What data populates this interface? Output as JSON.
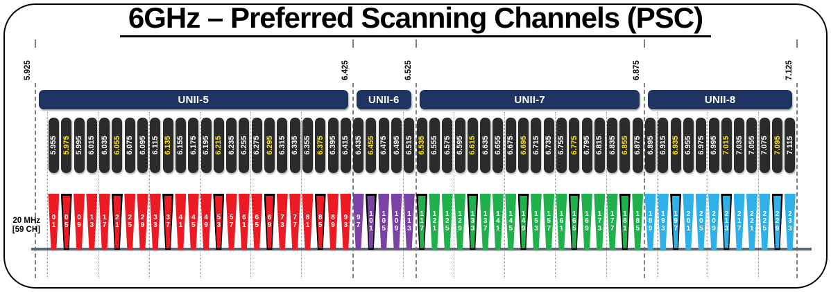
{
  "title": "6GHz – Preferred Scanning Channels (PSC)",
  "side_label": {
    "line1": "20 MHz",
    "line2": "[59 CH]"
  },
  "band_edges": [
    {
      "label": "5.925",
      "ghz": 5.925
    },
    {
      "label": "6.425",
      "ghz": 6.425
    },
    {
      "label": "6.525",
      "ghz": 6.525
    },
    {
      "label": "6.875",
      "ghz": 6.875,
      "draw_ghz": 6.885
    },
    {
      "label": "7.125",
      "ghz": 7.125
    }
  ],
  "gridlines_ghz": [
    5.945,
    6.025,
    6.105,
    6.185,
    6.265,
    6.345,
    6.505,
    6.585,
    6.665,
    6.745,
    6.825,
    6.905,
    6.985,
    7.065
  ],
  "bands": [
    {
      "name": "UNII-5",
      "from_edge": 0,
      "to_edge": 1
    },
    {
      "name": "UNII-6",
      "from_edge": 1,
      "to_edge": 2
    },
    {
      "name": "UNII-7",
      "from_edge": 2,
      "to_edge": 3
    },
    {
      "name": "UNII-8",
      "from_edge": 3,
      "to_edge": 4
    }
  ],
  "colors": {
    "band_bar": "#1f3461",
    "pill_bg": "#2b2b2b",
    "pill_text": "#ffffff",
    "pill_text_psc": "#ffe600",
    "unii5": "#ec1b23",
    "unii6": "#7b42a5",
    "unii7": "#21b14c",
    "unii8": "#2fb0e8",
    "baseline": "#5a6577",
    "psc_outline": "#000000"
  },
  "channels": [
    {
      "ch": 1,
      "freq": "5.955",
      "band": "unii5",
      "psc": false
    },
    {
      "ch": 5,
      "freq": "5.975",
      "band": "unii5",
      "psc": true
    },
    {
      "ch": 9,
      "freq": "5.995",
      "band": "unii5",
      "psc": false
    },
    {
      "ch": 13,
      "freq": "6.015",
      "band": "unii5",
      "psc": false
    },
    {
      "ch": 17,
      "freq": "6.035",
      "band": "unii5",
      "psc": false
    },
    {
      "ch": 21,
      "freq": "6.055",
      "band": "unii5",
      "psc": true
    },
    {
      "ch": 25,
      "freq": "6.075",
      "band": "unii5",
      "psc": false
    },
    {
      "ch": 29,
      "freq": "6.095",
      "band": "unii5",
      "psc": false
    },
    {
      "ch": 33,
      "freq": "6.115",
      "band": "unii5",
      "psc": false
    },
    {
      "ch": 37,
      "freq": "6.135",
      "band": "unii5",
      "psc": true
    },
    {
      "ch": 41,
      "freq": "6.155",
      "band": "unii5",
      "psc": false
    },
    {
      "ch": 45,
      "freq": "6.175",
      "band": "unii5",
      "psc": false
    },
    {
      "ch": 49,
      "freq": "6.195",
      "band": "unii5",
      "psc": false
    },
    {
      "ch": 53,
      "freq": "6.215",
      "band": "unii5",
      "psc": true
    },
    {
      "ch": 57,
      "freq": "6.235",
      "band": "unii5",
      "psc": false
    },
    {
      "ch": 61,
      "freq": "6.255",
      "band": "unii5",
      "psc": false
    },
    {
      "ch": 65,
      "freq": "6.275",
      "band": "unii5",
      "psc": false
    },
    {
      "ch": 69,
      "freq": "6.295",
      "band": "unii5",
      "psc": true
    },
    {
      "ch": 73,
      "freq": "6.315",
      "band": "unii5",
      "psc": false
    },
    {
      "ch": 77,
      "freq": "6.335",
      "band": "unii5",
      "psc": false
    },
    {
      "ch": 81,
      "freq": "6.355",
      "band": "unii5",
      "psc": false
    },
    {
      "ch": 85,
      "freq": "6.375",
      "band": "unii5",
      "psc": true
    },
    {
      "ch": 89,
      "freq": "6.395",
      "band": "unii5",
      "psc": false
    },
    {
      "ch": 93,
      "freq": "6.415",
      "band": "unii5",
      "psc": false
    },
    {
      "ch": 97,
      "freq": "6.435",
      "band": "unii6",
      "psc": false
    },
    {
      "ch": 101,
      "freq": "6.455",
      "band": "unii6",
      "psc": true
    },
    {
      "ch": 105,
      "freq": "6.475",
      "band": "unii6",
      "psc": false
    },
    {
      "ch": 109,
      "freq": "6.495",
      "band": "unii6",
      "psc": false
    },
    {
      "ch": 113,
      "freq": "6.515",
      "band": "unii6",
      "psc": false
    },
    {
      "ch": 117,
      "freq": "6.535",
      "band": "unii7",
      "psc": true
    },
    {
      "ch": 121,
      "freq": "6.555",
      "band": "unii7",
      "psc": false
    },
    {
      "ch": 125,
      "freq": "6.575",
      "band": "unii7",
      "psc": false
    },
    {
      "ch": 129,
      "freq": "6.595",
      "band": "unii7",
      "psc": false
    },
    {
      "ch": 133,
      "freq": "6.615",
      "band": "unii7",
      "psc": true
    },
    {
      "ch": 137,
      "freq": "6.635",
      "band": "unii7",
      "psc": false
    },
    {
      "ch": 141,
      "freq": "6.655",
      "band": "unii7",
      "psc": false
    },
    {
      "ch": 145,
      "freq": "6.675",
      "band": "unii7",
      "psc": false
    },
    {
      "ch": 149,
      "freq": "6.695",
      "band": "unii7",
      "psc": true
    },
    {
      "ch": 153,
      "freq": "6.715",
      "band": "unii7",
      "psc": false
    },
    {
      "ch": 157,
      "freq": "6.735",
      "band": "unii7",
      "psc": false
    },
    {
      "ch": 161,
      "freq": "6.755",
      "band": "unii7",
      "psc": false
    },
    {
      "ch": 165,
      "freq": "6.775",
      "band": "unii7",
      "psc": true
    },
    {
      "ch": 169,
      "freq": "6.795",
      "band": "unii7",
      "psc": false
    },
    {
      "ch": 173,
      "freq": "6.815",
      "band": "unii7",
      "psc": false
    },
    {
      "ch": 177,
      "freq": "6.835",
      "band": "unii7",
      "psc": false
    },
    {
      "ch": 181,
      "freq": "6.855",
      "band": "unii7",
      "psc": true
    },
    {
      "ch": 185,
      "freq": "6.875",
      "band": "unii7",
      "psc": false
    },
    {
      "ch": 189,
      "freq": "6.895",
      "band": "unii8",
      "psc": false
    },
    {
      "ch": 193,
      "freq": "6.915",
      "band": "unii8",
      "psc": false
    },
    {
      "ch": 197,
      "freq": "6.935",
      "band": "unii8",
      "psc": true
    },
    {
      "ch": 201,
      "freq": "6.955",
      "band": "unii8",
      "psc": false
    },
    {
      "ch": 205,
      "freq": "6.975",
      "band": "unii8",
      "psc": false
    },
    {
      "ch": 209,
      "freq": "6.995",
      "band": "unii8",
      "psc": false
    },
    {
      "ch": 213,
      "freq": "7.015",
      "band": "unii8",
      "psc": true
    },
    {
      "ch": 217,
      "freq": "7.035",
      "band": "unii8",
      "psc": false
    },
    {
      "ch": 221,
      "freq": "7.055",
      "band": "unii8",
      "psc": false
    },
    {
      "ch": 225,
      "freq": "7.075",
      "band": "unii8",
      "psc": false
    },
    {
      "ch": 229,
      "freq": "7.095",
      "band": "unii8",
      "psc": true
    },
    {
      "ch": 233,
      "freq": "7.115",
      "band": "unii8",
      "psc": false
    }
  ]
}
